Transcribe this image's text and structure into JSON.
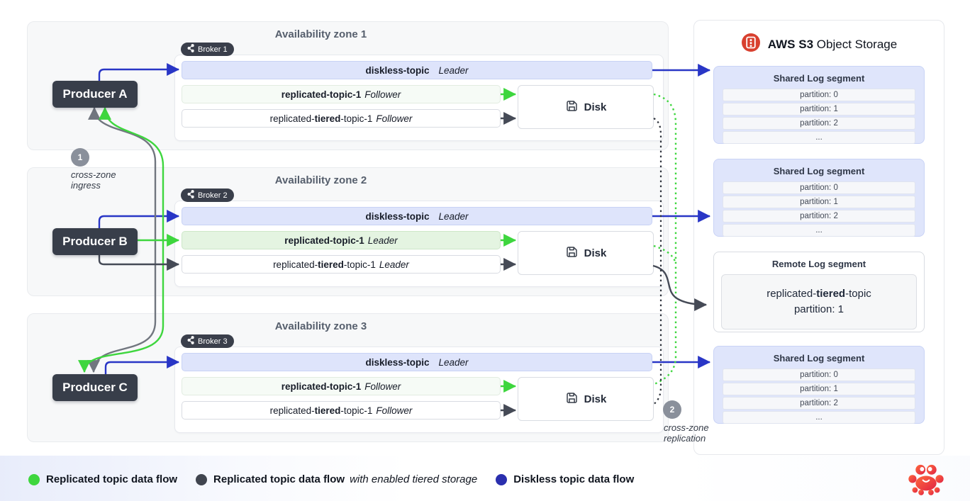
{
  "zones": [
    {
      "title": "Availability zone 1",
      "broker_label": "Broker 1",
      "topics": [
        {
          "pre": "",
          "bold": "diskless-topic",
          "post": "",
          "role": "Leader"
        },
        {
          "pre": "",
          "bold": "replicated-topic-1",
          "post": "",
          "role": "Follower"
        },
        {
          "pre": "replicated-",
          "bold": "tiered",
          "post": "-topic-1",
          "role": "Follower"
        }
      ],
      "disk_label": "Disk"
    },
    {
      "title": "Availability zone 2",
      "broker_label": "Broker 2",
      "topics": [
        {
          "pre": "",
          "bold": "diskless-topic",
          "post": "",
          "role": "Leader"
        },
        {
          "pre": "",
          "bold": "replicated-topic-1",
          "post": "",
          "role": "Leader"
        },
        {
          "pre": "replicated-",
          "bold": "tiered",
          "post": "-topic-1",
          "role": "Leader"
        }
      ],
      "disk_label": "Disk"
    },
    {
      "title": "Availability zone 3",
      "broker_label": "Broker 3",
      "topics": [
        {
          "pre": "",
          "bold": "diskless-topic",
          "post": "",
          "role": "Leader"
        },
        {
          "pre": "",
          "bold": "replicated-topic-1",
          "post": "",
          "role": "Follower"
        },
        {
          "pre": "replicated-",
          "bold": "tiered",
          "post": "-topic-1",
          "role": "Follower"
        }
      ],
      "disk_label": "Disk"
    }
  ],
  "producers": [
    {
      "label": "Producer A"
    },
    {
      "label": "Producer B"
    },
    {
      "label": "Producer C"
    }
  ],
  "annotations": [
    {
      "number": "1",
      "line1": "cross-zone",
      "line2": "ingress"
    },
    {
      "number": "2",
      "line1": "cross-zone",
      "line2": "replication"
    }
  ],
  "s3": {
    "title_bold": "AWS S3",
    "title_rest": "Object Storage",
    "segments": [
      {
        "title": "Shared Log segment",
        "rows": [
          "partition: 0",
          "partition: 1",
          "partition: 2",
          "..."
        ]
      },
      {
        "title": "Shared Log segment",
        "rows": [
          "partition: 0",
          "partition: 1",
          "partition: 2",
          "..."
        ]
      },
      {
        "title": "Shared Log segment",
        "rows": [
          "partition: 0",
          "partition: 1",
          "partition: 2",
          "..."
        ]
      }
    ],
    "remote": {
      "title": "Remote Log segment",
      "line1_pre": "replicated-",
      "line1_bold": "tiered",
      "line1_post": "-topic",
      "line2": "partition: 1"
    }
  },
  "legend": [
    {
      "label": "Replicated topic data flow",
      "italic": "",
      "color": "#3ed63e"
    },
    {
      "label": "Replicated topic data flow",
      "italic": "with enabled tiered storage",
      "color": "#40454f"
    },
    {
      "label": "Diskless topic data flow",
      "italic": "",
      "color": "#2a2fae"
    }
  ],
  "colors": {
    "flow_diskless_blue": "#2936c6",
    "flow_replicated_green": "#3ed63e",
    "flow_tiered_dark": "#454a56",
    "flow_cross_zone_gray": "#71767f",
    "s3_icon_red": "#d8402f",
    "zone_bg": "#f7f8f9",
    "diskless_bar_bg": "#dee4fb",
    "replicated_leader_bg": "#e4f4e1",
    "replicated_follower_bg": "#f6fbf6",
    "producer_bg": "#383e4a"
  },
  "icons": {
    "broker": "kafka-icon",
    "disk": "floppy-disk-icon",
    "s3": "s3-bucket-icon",
    "logo": "redpanda-crab-icon"
  }
}
